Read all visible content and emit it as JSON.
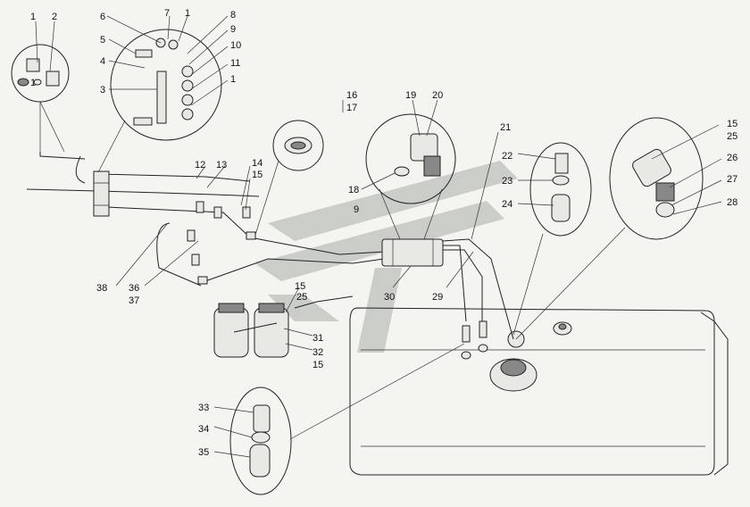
{
  "callouts": [
    "1",
    "2",
    "3",
    "4",
    "5",
    "6",
    "7",
    "8",
    "9",
    "10",
    "11",
    "12",
    "13",
    "14",
    "15",
    "16",
    "17",
    "18",
    "19",
    "20",
    "21",
    "22",
    "23",
    "24",
    "25",
    "26",
    "27",
    "28",
    "29",
    "30",
    "31",
    "32",
    "33",
    "34",
    "35",
    "36",
    "37",
    "38"
  ],
  "colors": {
    "line": "#222222",
    "watermark": "#9aa09a",
    "paper": "#f4f4f1"
  }
}
